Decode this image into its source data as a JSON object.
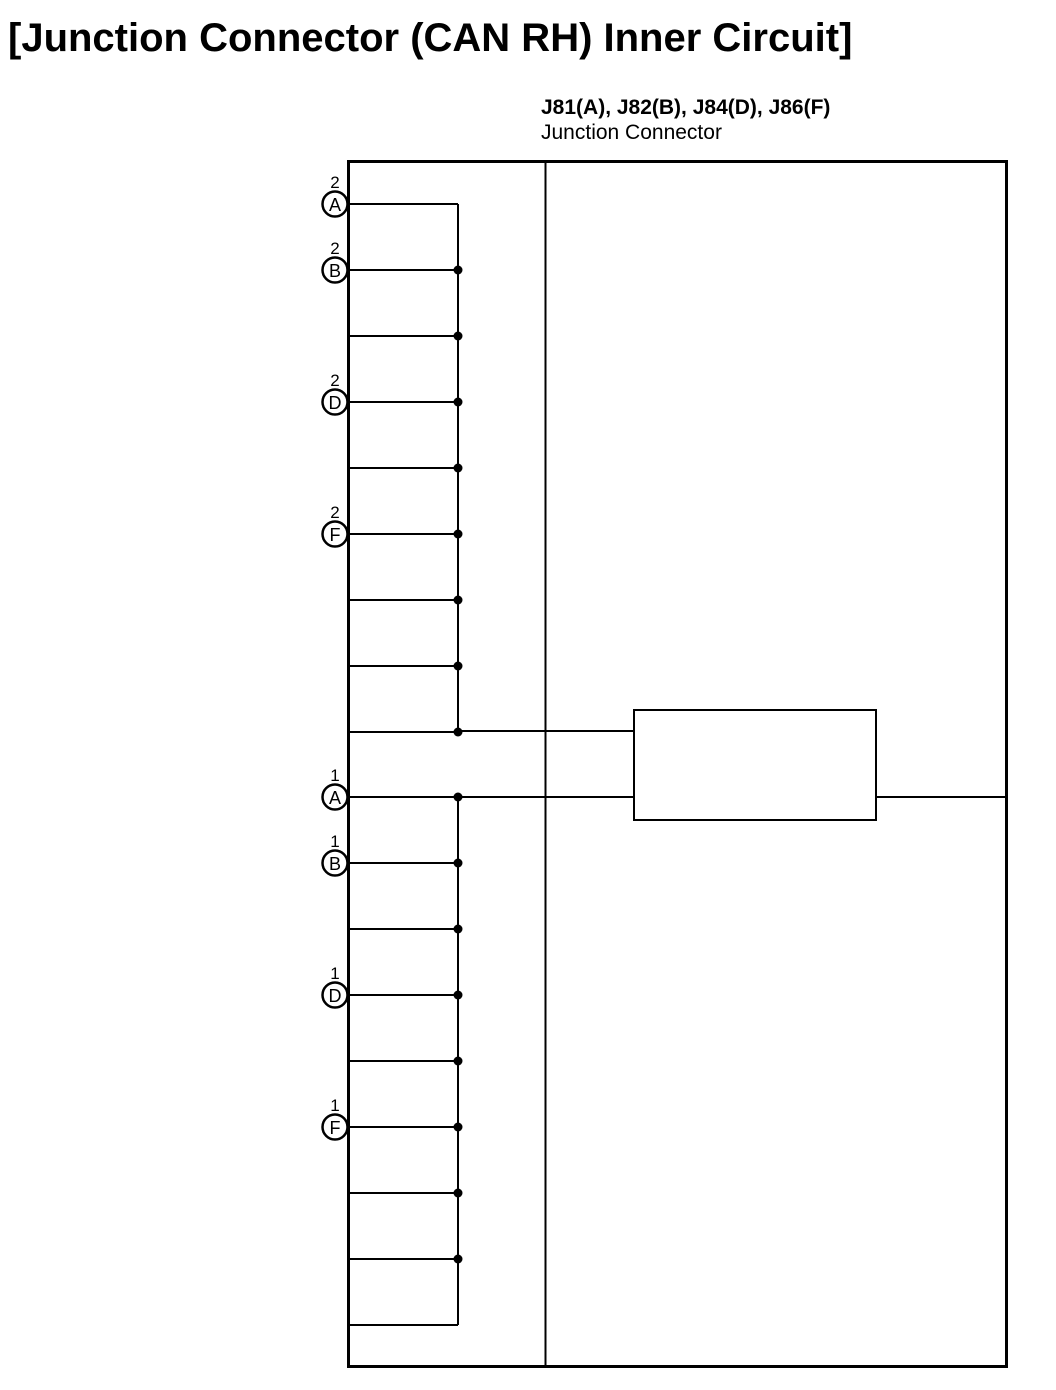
{
  "title": "[Junction Connector (CAN RH) Inner Circuit]",
  "connector": {
    "ids": "J81(A), J82(B), J84(D), J86(F)",
    "name": "Junction Connector"
  },
  "pins": [
    {
      "letter": "A",
      "number": "2"
    },
    {
      "letter": "B",
      "number": "2"
    },
    {
      "letter": "D",
      "number": "2"
    },
    {
      "letter": "F",
      "number": "2"
    },
    {
      "letter": "A",
      "number": "1"
    },
    {
      "letter": "B",
      "number": "1"
    },
    {
      "letter": "D",
      "number": "1"
    },
    {
      "letter": "F",
      "number": "1"
    }
  ],
  "colors": {
    "line": "#000000",
    "background": "#ffffff"
  }
}
